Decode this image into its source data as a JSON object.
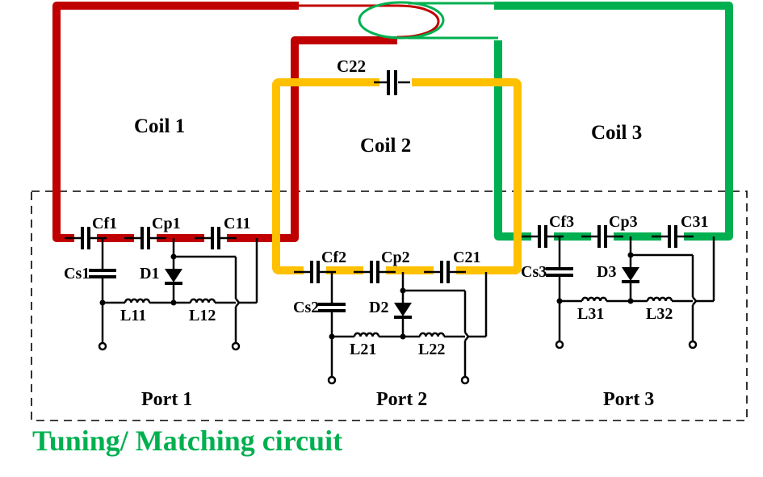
{
  "colors": {
    "coil1": "#C00000",
    "coil2": "#FFC000",
    "coil3": "#00B050",
    "title": "#00B050",
    "wire": "#000000",
    "box_border": "#000000"
  },
  "coils": [
    {
      "label": "Coil 1"
    },
    {
      "label": "Coil 2"
    },
    {
      "label": "Coil 3"
    }
  ],
  "coupling_capacitor": {
    "label": "C22"
  },
  "ports": [
    {
      "label": "Port 1",
      "components": {
        "cf": "Cf1",
        "cp": "Cp1",
        "c": "C11",
        "cs": "Cs1",
        "d": "D1",
        "la": "L11",
        "lb": "L12"
      }
    },
    {
      "label": "Port 2",
      "components": {
        "cf": "Cf2",
        "cp": "Cp2",
        "c": "C21",
        "cs": "Cs2",
        "d": "D2",
        "la": "L21",
        "lb": "L22"
      }
    },
    {
      "label": "Port 3",
      "components": {
        "cf": "Cf3",
        "cp": "Cp3",
        "c": "C31",
        "cs": "Cs3",
        "d": "D3",
        "la": "L31",
        "lb": "L32"
      }
    }
  ],
  "box_title": "Tuning/ Matching circuit"
}
